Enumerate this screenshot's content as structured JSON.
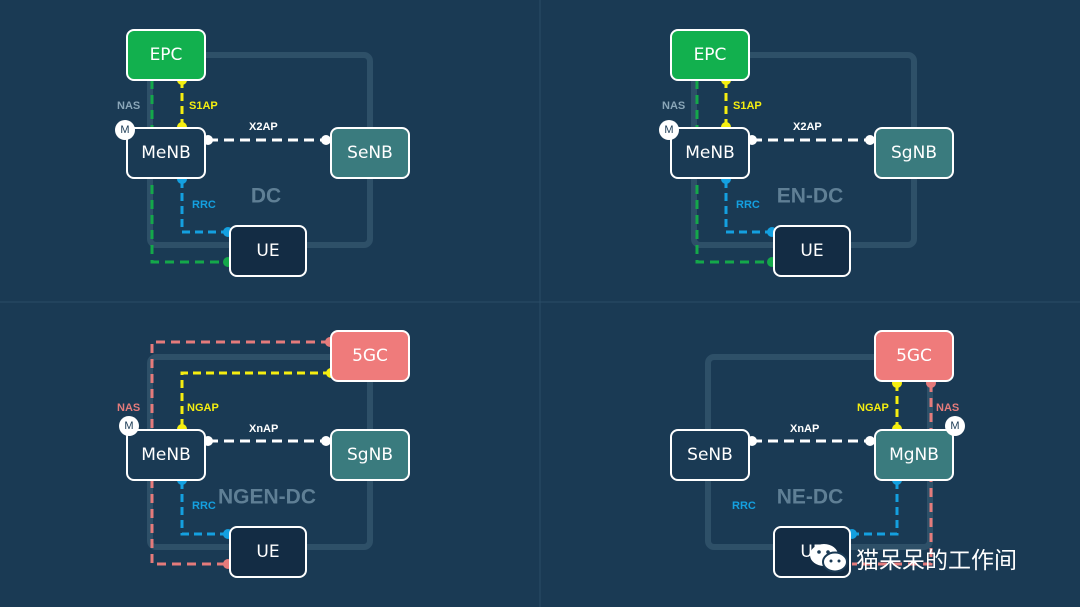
{
  "colors": {
    "background": "#1a3a54",
    "core_green": "#12b04e",
    "core_red": "#ef7b7b",
    "secondary_teal": "#3a7b7e",
    "node_dark": "#1a3550",
    "white": "#ffffff",
    "nas_green": "#14a84a",
    "nas_red": "#e57b7b",
    "s1ap_yellow": "#f5ee10",
    "rrc_blue": "#14a0e0",
    "title_gray": "#5f7f95"
  },
  "panels": [
    {
      "title": "DC",
      "core": {
        "label": "EPC",
        "color": "green"
      },
      "master": {
        "label": "MeNB",
        "badge": "M"
      },
      "secondary": {
        "label": "SeNB"
      },
      "ue": {
        "label": "UE"
      },
      "labels": {
        "nas": "NAS",
        "core_if": "S1AP",
        "x2": "X2AP",
        "rrc": "RRC"
      }
    },
    {
      "title": "EN-DC",
      "core": {
        "label": "EPC",
        "color": "green"
      },
      "master": {
        "label": "MeNB",
        "badge": "M"
      },
      "secondary": {
        "label": "SgNB"
      },
      "ue": {
        "label": "UE"
      },
      "labels": {
        "nas": "NAS",
        "core_if": "S1AP",
        "x2": "X2AP",
        "rrc": "RRC"
      }
    },
    {
      "title": "NGEN-DC",
      "core": {
        "label": "5GC",
        "color": "red"
      },
      "master": {
        "label": "MeNB",
        "badge": "M"
      },
      "secondary": {
        "label": "SgNB"
      },
      "ue": {
        "label": "UE"
      },
      "labels": {
        "nas": "NAS",
        "core_if": "NGAP",
        "x2": "XnAP",
        "rrc": "RRC"
      }
    },
    {
      "title": "NE-DC",
      "core": {
        "label": "5GC",
        "color": "red"
      },
      "master": {
        "label": "MgNB",
        "badge": "M"
      },
      "secondary": {
        "label": "SeNB"
      },
      "ue": {
        "label": "UE"
      },
      "labels": {
        "nas": "NAS",
        "core_if": "NGAP",
        "x2": "XnAP",
        "rrc": "RRC"
      }
    }
  ],
  "watermark": {
    "text": "猫呆呆的工作间",
    "icon": "wechat-icon"
  }
}
